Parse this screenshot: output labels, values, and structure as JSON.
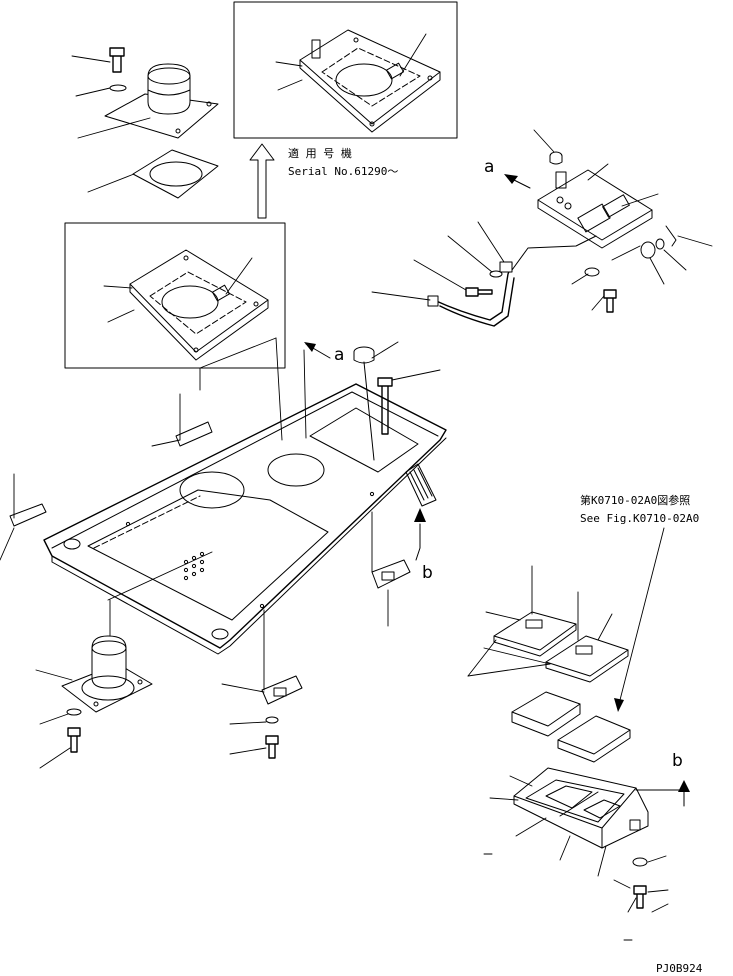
{
  "notes": {
    "applicable_jp": "適 用 号 機",
    "serial": "Serial No.61290～",
    "ref_jp": "第K0710-02A0図参照",
    "ref_en": "See Fig.K0710-02A0"
  },
  "view_labels": {
    "a_top": "a",
    "a_main": "a",
    "b_left": "b",
    "b_right": "b"
  },
  "drawing_code": "PJ0B924"
}
